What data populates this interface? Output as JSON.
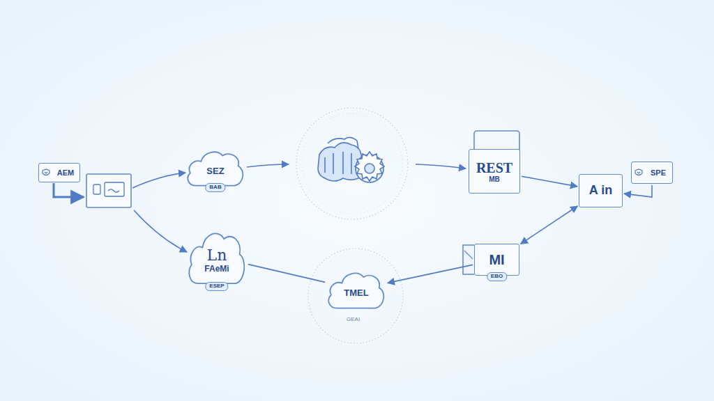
{
  "diagram": {
    "nodes": [
      {
        "text": [
          "AEM"
        ]
      },
      {
        "text": [
          "SEZ",
          "BAB"
        ]
      },
      {
        "text": [
          "Ln",
          "FAeMi",
          "ESEP"
        ]
      },
      {
        "text": [
          "REST",
          "MB"
        ]
      },
      {
        "text": [
          "SPE"
        ]
      },
      {
        "text": [
          "A in"
        ]
      },
      {
        "text": [
          "TMEL"
        ]
      },
      {
        "text": [
          "MI",
          "EBO"
        ]
      }
    ],
    "edges": [
      {
        "from": 3,
        "to": 5,
        "arrow": "to"
      },
      {
        "from": 4,
        "to": 5,
        "arrow": "to"
      },
      {
        "from": 7,
        "to": 5,
        "arrow": "both"
      },
      {
        "from": 7,
        "to": 6,
        "arrow": "to"
      },
      {
        "from": 6,
        "to": 2,
        "arrow": "none"
      }
    ],
    "labels": [
      "GEAI"
    ]
  }
}
